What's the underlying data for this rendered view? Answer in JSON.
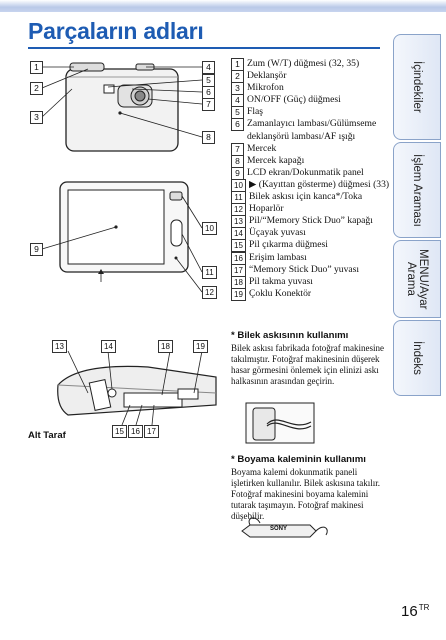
{
  "page": {
    "title": "Parçaların adları",
    "page_number": "16",
    "page_suffix": "TR"
  },
  "side_tabs": [
    {
      "label": "İçindekiler"
    },
    {
      "label": "İşlem Araması"
    },
    {
      "label": "MENU/Ayar\nArama"
    },
    {
      "label": "İndeks"
    }
  ],
  "parts": [
    {
      "num": "1",
      "text": "Zum (W/T) düğmesi (32, 35)"
    },
    {
      "num": "2",
      "text": "Deklanşör"
    },
    {
      "num": "3",
      "text": "Mikrofon"
    },
    {
      "num": "4",
      "text": "ON/OFF (Güç) düğmesi"
    },
    {
      "num": "5",
      "text": "Flaş"
    },
    {
      "num": "6",
      "text": "Zamanlayıcı lambası/Gülümseme deklanşörü lambası/AF ışığı"
    },
    {
      "num": "7",
      "text": "Mercek"
    },
    {
      "num": "8",
      "text": "Mercek kapağı"
    },
    {
      "num": "9",
      "text": "LCD ekran/Dokunmatik panel"
    },
    {
      "num": "10",
      "text": "▶ (Kayıttan gösterme) düğmesi (33)"
    },
    {
      "num": "11",
      "text": "Bilek askısı için kanca*/Toka"
    },
    {
      "num": "12",
      "text": "Hoparlör"
    },
    {
      "num": "13",
      "text": "Pil/“Memory Stick Duo” kapağı"
    },
    {
      "num": "14",
      "text": "Üçayak yuvası"
    },
    {
      "num": "15",
      "text": "Pil çıkarma düğmesi"
    },
    {
      "num": "16",
      "text": "Erişim lambası"
    },
    {
      "num": "17",
      "text": "“Memory Stick Duo” yuvası"
    },
    {
      "num": "18",
      "text": "Pil takma yuvası"
    },
    {
      "num": "19",
      "text": "Çoklu Konektör"
    }
  ],
  "notes": {
    "strap_title": "* Bilek askısının kullanımı",
    "strap_body": "Bilek askısı fabrikada fotoğraf makinesine takılmıştır. Fotoğraf makinesinin düşerek hasar görmesini önlemek için elinizi askı halkasının arasından geçirin.",
    "pen_title": "* Boyama kaleminin kullanımı",
    "pen_body": "Boyama kalemi dokunmatik paneli işletirken kullanılır. Bilek askısına takılır. Fotoğraf makinesini boyama kalemini tutarak taşımayın. Fotoğraf makinesi düşebilir."
  },
  "figures": {
    "bottom_label": "Alt Taraf",
    "pen_brand": "SONY",
    "front_callouts": {
      "left": [
        "1",
        "2",
        "3"
      ],
      "right": [
        "4",
        "5",
        "6",
        "7",
        "8"
      ]
    },
    "back_callouts": {
      "left": [
        "9"
      ],
      "right": [
        "10",
        "11",
        "12"
      ]
    },
    "bottom_callouts": {
      "top": [
        "13",
        "14",
        "18",
        "19"
      ],
      "bottom": [
        "15",
        "16",
        "17"
      ]
    }
  },
  "colors": {
    "title": "#1e5cb3",
    "tab_border": "#8aa3c9"
  }
}
